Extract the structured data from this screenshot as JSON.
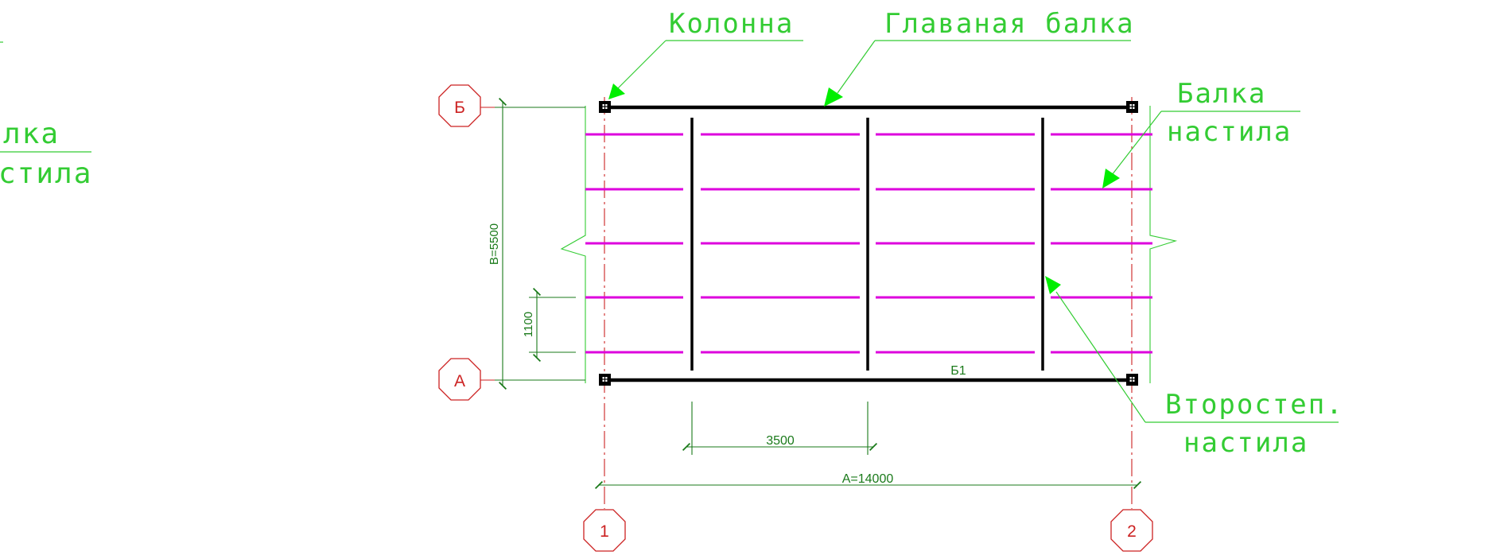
{
  "colors": {
    "background": "#ffffff",
    "leader_and_label": "#33cc33",
    "dimension": "#1a7a1a",
    "axis_marker": "#cc2222",
    "beam": "#000000",
    "deck_beam": "#dd00dd",
    "leader_arrow": "#00ee00"
  },
  "labels": {
    "column": "Колонна",
    "main_beam": "Главаная балка",
    "deck_beam_line1": "Балка",
    "deck_beam_line2": "настила",
    "secondary_line1": "Второстеп.",
    "secondary_line2": "настила",
    "partial_left_line1": "лка",
    "partial_left_line2": "стила"
  },
  "axes": {
    "row_top": "Б",
    "row_bottom": "А",
    "col_left": "1",
    "col_right": "2"
  },
  "dimensions": {
    "span_total": "A=14000",
    "secondary_spacing": "3500",
    "width_total": "B=5500",
    "deck_spacing": "1100",
    "beam_mark": "Б1"
  }
}
